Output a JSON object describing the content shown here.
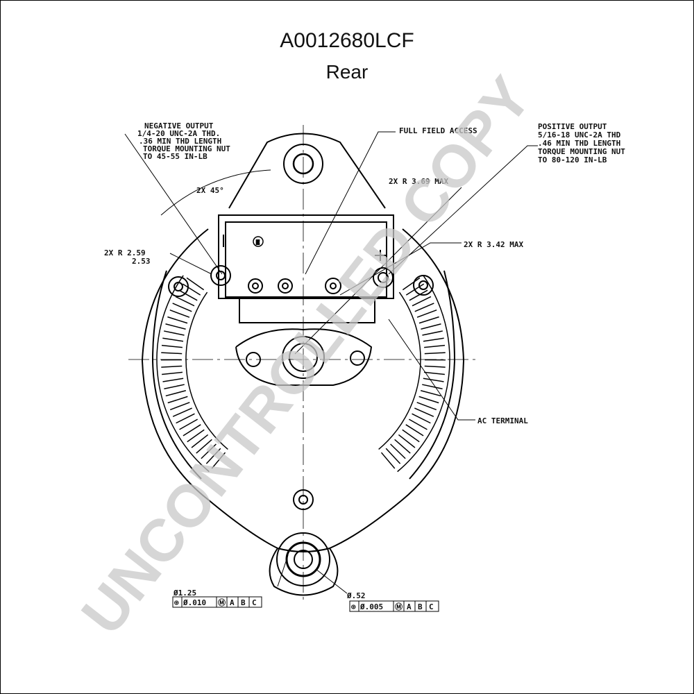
{
  "title": "A0012680LCF",
  "subtitle": "Rear",
  "watermark": "UNCONTROLLED COPY",
  "labels": {
    "negative_output": [
      "NEGATIVE OUTPUT",
      "1/4-20 UNC-2A THD.",
      ".36 MIN THD LENGTH",
      "TORQUE MOUNTING NUT",
      "TO 45-55 IN-LB"
    ],
    "full_field_access": "FULL FIELD ACCESS",
    "positive_output": [
      "POSITIVE OUTPUT",
      "5/16-18 UNC-2A THD",
      ".46 MIN THD LENGTH",
      "TORQUE MOUNTING NUT",
      "TO 80-120 IN-LB"
    ],
    "angle": "2X 45°",
    "radius_369": "2X R 3.69 MAX",
    "radius_342": "2X R 3.42 MAX",
    "radius_259": "2X R 2.59",
    "radius_253": "2.53",
    "ac_terminal": "AC TERMINAL",
    "dia_125": "Ø1.25",
    "dia_052": "Ø.52",
    "tol_left": [
      "⊕",
      "Ø.010",
      "Ⓜ",
      "A",
      "B",
      "C"
    ],
    "tol_right": [
      "⊕",
      "Ø.005",
      "Ⓜ",
      "A",
      "B",
      "C"
    ]
  }
}
